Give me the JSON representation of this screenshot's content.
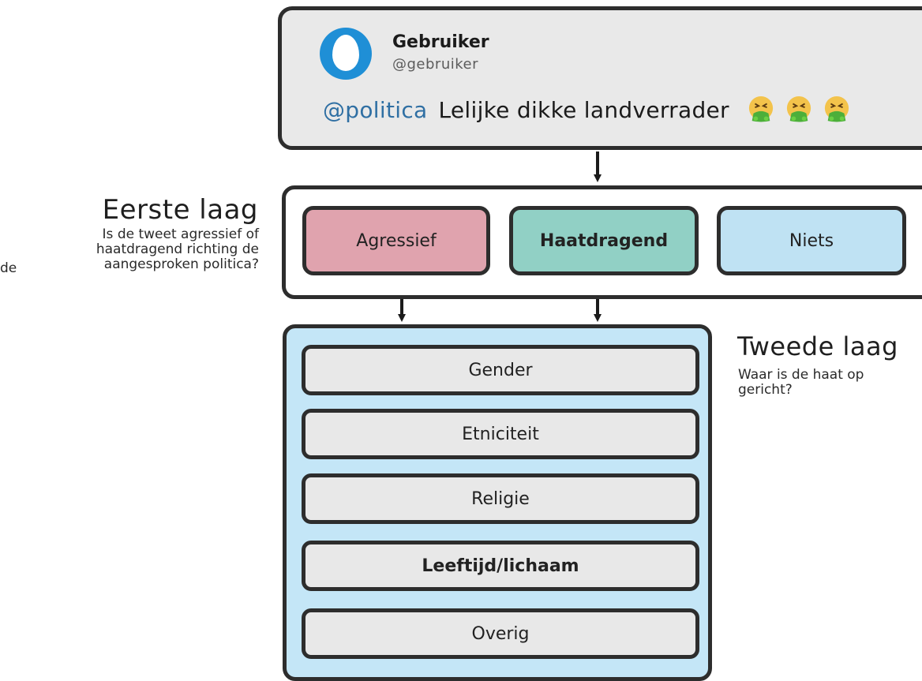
{
  "tweet": {
    "user_name": "Gebruiker",
    "user_handle": "@gebruiker",
    "mention": "@politica",
    "text": "Lelijke dikke landverrader",
    "emojis": [
      "vomiting-face-icon",
      "vomiting-face-icon",
      "vomiting-face-icon"
    ]
  },
  "layer1": {
    "title": "Eerste laag",
    "description": "Is de tweet agressief of haatdragend richting de aangesproken politica?",
    "clipped_fragment": "de",
    "options": [
      {
        "label": "Agressief",
        "color": "#e0a3ae"
      },
      {
        "label": "Haatdragend",
        "color": "#91d0c5"
      },
      {
        "label": "Niets",
        "color": "#bfe2f3"
      }
    ]
  },
  "layer2": {
    "title": "Tweede laag",
    "description": "Waar is de haat op gericht?",
    "categories": [
      "Gender",
      "Etniciteit",
      "Religie",
      "Leeftijd/lichaam",
      "Overig"
    ]
  },
  "colors": {
    "mention": "#2f6fa3",
    "avatar": "#1f8fd6",
    "layer2_background": "#c4e6f7",
    "border": "#2d2d2d"
  }
}
